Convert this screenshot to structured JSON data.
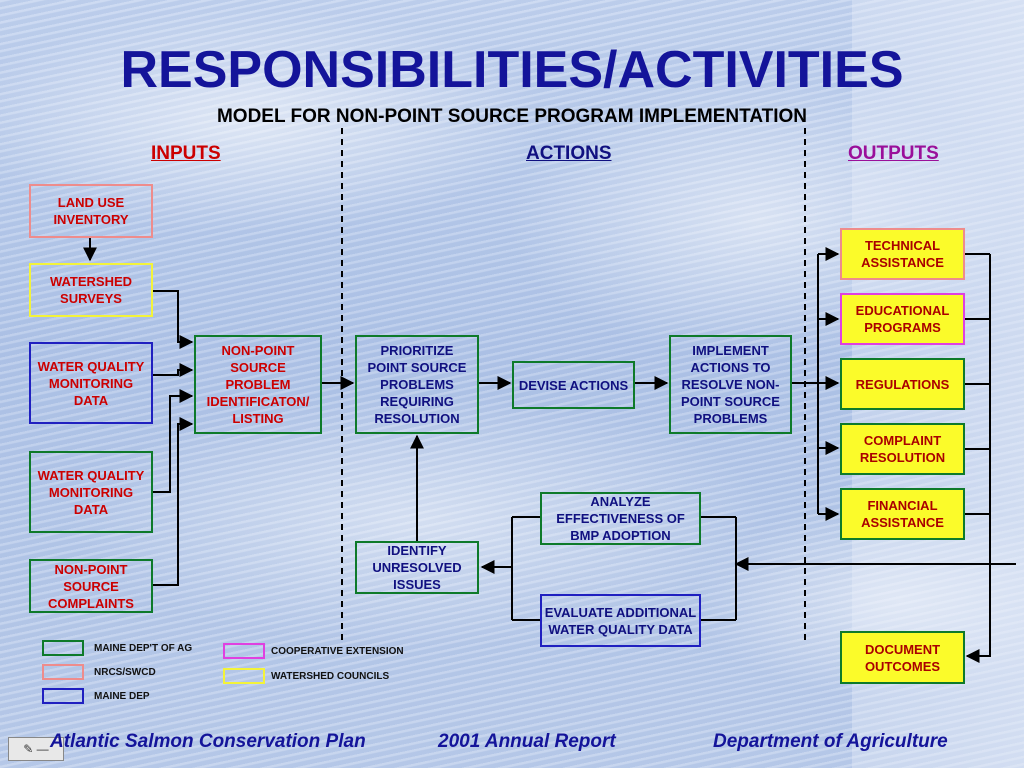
{
  "title": "RESPONSIBILITIES/ACTIVITIES",
  "subtitle": "MODEL FOR NON-POINT SOURCE PROGRAM IMPLEMENTATION",
  "columns": {
    "inputs": "INPUTS",
    "actions": "ACTIONS",
    "outputs": "OUTPUTS"
  },
  "boxes": {
    "land_use": "LAND USE INVENTORY",
    "watershed_surveys": "WATERSHED SURVEYS",
    "wq_data_1": "WATER QUALITY MONITORING DATA",
    "wq_data_2": "WATER QUALITY MONITORING DATA",
    "nps_complaints": "NON-POINT SOURCE COMPLAINTS",
    "nps_identification": "NON-POINT SOURCE PROBLEM IDENTIFICATON/ LISTING",
    "prioritize": "PRIORITIZE POINT SOURCE PROBLEMS REQUIRING RESOLUTION",
    "devise": "DEVISE ACTIONS",
    "implement": "IMPLEMENT ACTIONS TO RESOLVE NON-POINT SOURCE PROBLEMS",
    "analyze": "ANALYZE EFFECTIVENESS OF BMP ADOPTION",
    "evaluate": "EVALUATE ADDITIONAL WATER QUALITY DATA",
    "identify": "IDENTIFY UNRESOLVED ISSUES",
    "technical": "TECHNICAL ASSISTANCE",
    "educational": "EDUCATIONAL PROGRAMS",
    "regulations": "REGULATIONS",
    "complaint": "COMPLAINT RESOLUTION",
    "financial": "FINANCIAL ASSISTANCE",
    "document": "DOCUMENT OUTCOMES"
  },
  "legend": {
    "maine_ag": "MAINE DEP'T OF AG",
    "nrcs": "NRCS/SWCD",
    "maine_dep": "MAINE DEP",
    "coop": "COOPERATIVE EXTENSION",
    "councils": "WATERSHED COUNCILS"
  },
  "colors": {
    "green": "#0e7a2a",
    "pink": "#ee8c8c",
    "blue": "#2020c0",
    "magenta": "#e040e0",
    "yellow": "#f3f33a",
    "title": "#14149a"
  },
  "footer": {
    "left": "Atlantic Salmon Conservation Plan",
    "center": "2001 Annual Report",
    "right": "Department of Agriculture"
  },
  "icons": {
    "corner": "presentation-control-icon"
  }
}
